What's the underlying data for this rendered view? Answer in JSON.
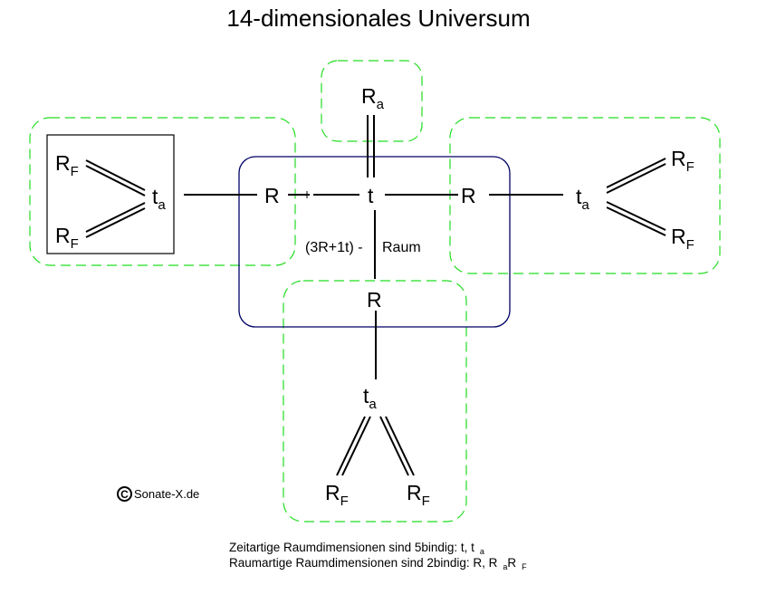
{
  "title": "14-dimensionales Universum",
  "colors": {
    "group_dashed": "#22dd22",
    "core_box": "#000066",
    "bond": "#000000"
  },
  "nodes": {
    "left_ta": {
      "base": "t",
      "sub": "a"
    },
    "left_rf_top": {
      "base": "R",
      "sub": "F"
    },
    "left_rf_bottom": {
      "base": "R",
      "sub": "F"
    },
    "left_r": {
      "base": "R"
    },
    "center_t": {
      "base": "t"
    },
    "top_ra": {
      "base": "R",
      "sub": "a"
    },
    "right_r": {
      "base": "R"
    },
    "right_ta": {
      "base": "t",
      "sub": "a"
    },
    "right_rf_top": {
      "base": "R",
      "sub": "F"
    },
    "right_rf_bottom": {
      "base": "R",
      "sub": "F"
    },
    "bottom_r": {
      "base": "R"
    },
    "bottom_ta": {
      "base": "t",
      "sub": "a"
    },
    "bottom_rf_left": {
      "base": "R",
      "sub": "F"
    },
    "bottom_rf_right": {
      "base": "R",
      "sub": "F"
    }
  },
  "core_label_left": "(3R+1t) -",
  "core_label_right": "Raum",
  "credit": {
    "icon": "copyright-icon",
    "symbol": "C",
    "text": "Sonate-X.de"
  },
  "notes": {
    "line1_text": "Zeitartige Raumdimensionen sind 5bindig: t, t",
    "line1_sub": "a",
    "line2_text": "Raumartige Raumdimensionen sind 2bindig: R, R",
    "line2_sub1": "a",
    "line2_tail": "R",
    "line2_sub2": "F"
  }
}
